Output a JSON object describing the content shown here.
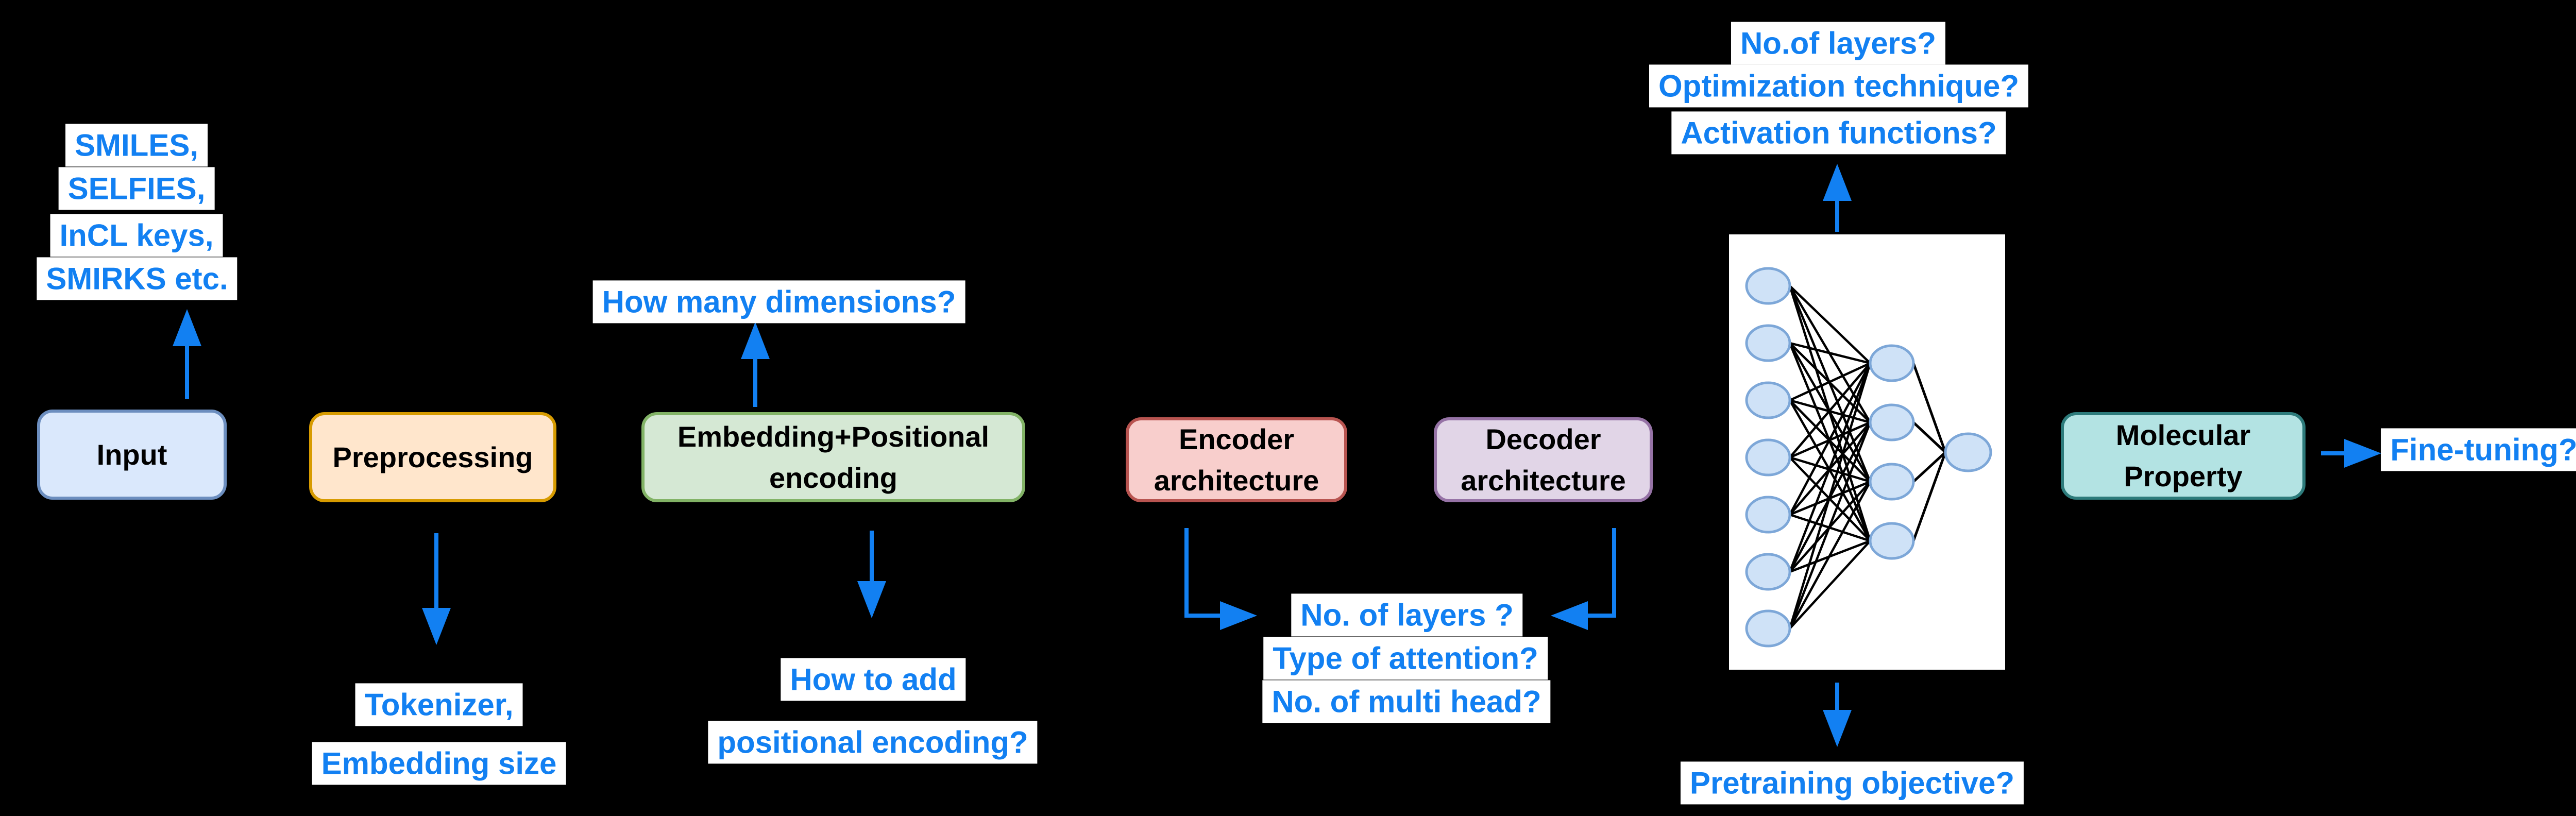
{
  "background": "#000000",
  "palette": {
    "accent_blue": "#1280f2",
    "label_background": "#ffffff",
    "box_text": "#000000",
    "nn_node_fill": "#cfe2f7",
    "nn_node_stroke": "#7da7d8",
    "nn_edge": "#000000",
    "nn_panel": "#ffffff"
  },
  "boxes": {
    "input": {
      "lines": [
        "Input"
      ],
      "fill": "#dae8fc",
      "stroke": "#6c8ebf"
    },
    "preprocessing": {
      "lines": [
        "Preprocessing"
      ],
      "fill": "#ffe6cc",
      "stroke": "#d79b00"
    },
    "embedding": {
      "lines": [
        "Embedding+Positional",
        "encoding"
      ],
      "fill": "#d5e8d4",
      "stroke": "#82b366"
    },
    "encoder": {
      "lines": [
        "Encoder",
        "architecture"
      ],
      "fill": "#f8cecc",
      "stroke": "#b85450"
    },
    "decoder": {
      "lines": [
        "Decoder",
        "architecture"
      ],
      "fill": "#e1d5e7",
      "stroke": "#9673a6"
    },
    "molecular_property": {
      "lines": [
        "Molecular",
        "Property"
      ],
      "fill": "#b3e3e3",
      "stroke": "#2d7b7b"
    }
  },
  "labels": {
    "input_representations": {
      "lines": [
        "SMILES,",
        "SELFIES,",
        "InCL keys,",
        "SMIRKS etc."
      ]
    },
    "preprocessing_questions": {
      "lines": [
        "Tokenizer,",
        "Embedding size"
      ]
    },
    "embedding_question": {
      "text": "How many dimensions?"
    },
    "positional_questions": {
      "lines": [
        "How to add",
        "positional encoding?"
      ]
    },
    "attention_questions": {
      "lines": [
        "No. of layers ?",
        "Type of attention?",
        "No. of multi head?"
      ]
    },
    "network_questions": {
      "lines": [
        "No.of layers?",
        "Optimization technique?",
        "Activation functions?"
      ]
    },
    "pretraining_question": {
      "text": "Pretraining objective?"
    },
    "finetuning_question": {
      "text": "Fine-tuning?"
    }
  }
}
